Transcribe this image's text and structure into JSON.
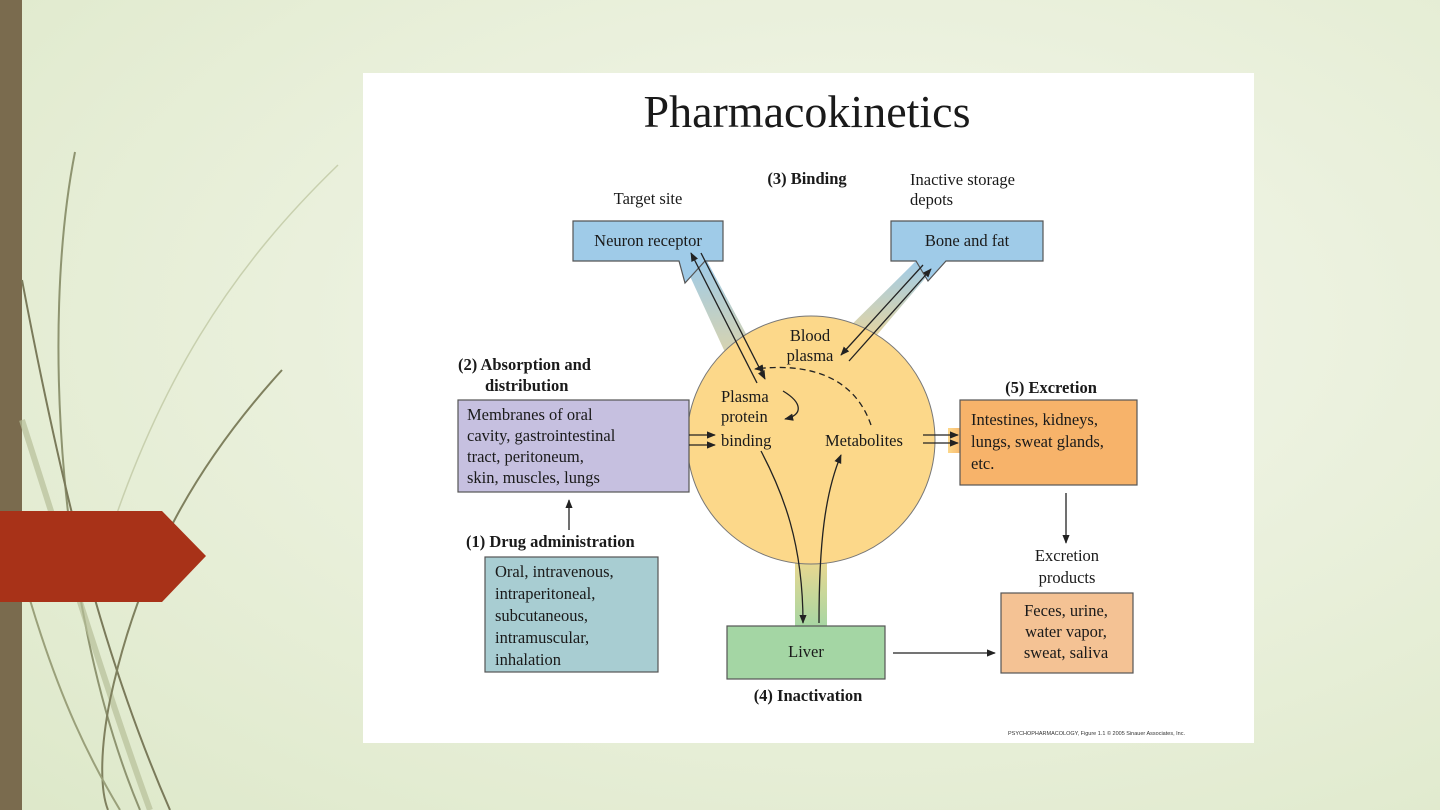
{
  "title": "Pharmacokinetics",
  "sections": {
    "binding": "(3) Binding",
    "absorption": [
      "(2) Absorption and",
      "distribution"
    ],
    "administration": "(1) Drug administration",
    "inactivation": "(4) Inactivation",
    "excretion": "(5) Excretion"
  },
  "labels": {
    "target_site": "Target site",
    "storage": [
      "Inactive storage",
      "depots"
    ],
    "blood_plasma": [
      "Blood",
      "plasma"
    ],
    "plasma_protein": [
      "Plasma",
      "protein",
      "binding"
    ],
    "metabolites": "Metabolites",
    "excretion_products": [
      "Excretion",
      "products"
    ]
  },
  "boxes": {
    "neuron": "Neuron receptor",
    "bone_fat": "Bone and fat",
    "membranes": [
      "Membranes of oral",
      "cavity, gastrointestinal",
      "tract, peritoneum,",
      "skin, muscles, lungs"
    ],
    "routes": [
      "Oral, intravenous,",
      "intraperitoneal,",
      "subcutaneous,",
      "intramuscular,",
      "inhalation"
    ],
    "liver": "Liver",
    "organs": [
      "Intestines, kidneys,",
      "lungs, sweat glands,",
      "etc."
    ],
    "products": [
      "Feces, urine,",
      "water vapor,",
      "sweat, saliva"
    ]
  },
  "credit": "PSYCHOPHARMACOLOGY, Figure 1.1  © 2005 Sinauer Associates, Inc.",
  "colors": {
    "accent_red": "#a83218",
    "side_bar": "#7a6b4e",
    "circle": "#fcd88a",
    "blue_box": "#9fcbe8",
    "purple_box": "#c6c0e0",
    "teal_box": "#a8cdd2",
    "green_box": "#a4d6a4",
    "orange_box": "#f7b36a",
    "peach_box": "#f4c294"
  }
}
